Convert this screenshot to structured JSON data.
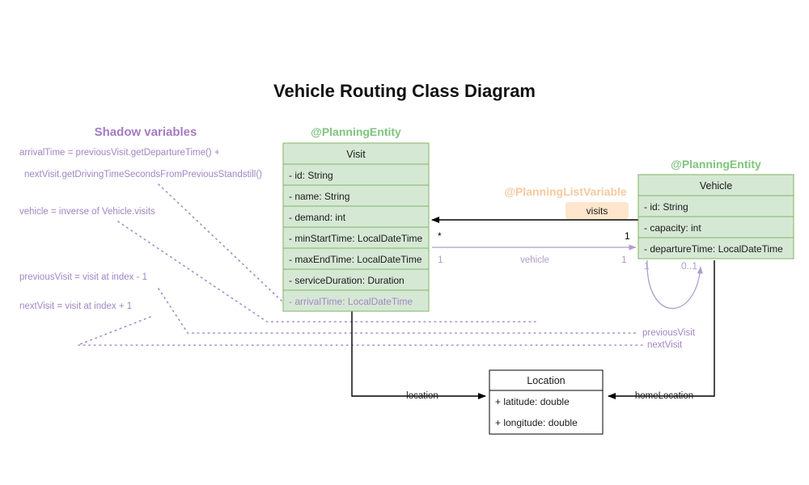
{
  "diagram": {
    "title": "Vehicle Routing Class Diagram",
    "colors": {
      "entity_fill": "#d5e8d4",
      "entity_stroke": "#82b366",
      "plain_fill": "#ffffff",
      "plain_stroke": "#000000",
      "shadow_purple": "#b09ccc",
      "list_variable_orange": "#ffe6cc",
      "stereotype_green": "#7fc47f",
      "stereotype_orange": "#f5c9a0"
    },
    "shadow_section": {
      "heading": "Shadow variables",
      "notes": [
        "arrivalTime = previousVisit.getDepartureTime() +",
        "nextVisit.getDrivingTimeSecondsFromPreviousStandstill()",
        "vehicle = inverse of Vehicle.visits",
        "previousVisit = visit at index - 1",
        "nextVisit = visit at index + 1"
      ]
    },
    "classes": {
      "visit": {
        "stereotype": "@PlanningEntity",
        "name": "Visit",
        "attributes": [
          {
            "text": "- id: String",
            "shadow": false
          },
          {
            "text": "- name: String",
            "shadow": false
          },
          {
            "text": "- demand: int",
            "shadow": false
          },
          {
            "text": "- minStartTime: LocalDateTime",
            "shadow": false
          },
          {
            "text": "- maxEndTime: LocalDateTime",
            "shadow": false
          },
          {
            "text": "- serviceDuration: Duration",
            "shadow": false
          },
          {
            "text": "- arrivalTime: LocalDateTime",
            "shadow": true
          }
        ]
      },
      "vehicle": {
        "stereotype": "@PlanningEntity",
        "name": "Vehicle",
        "attributes": [
          {
            "text": "- id: String",
            "shadow": false
          },
          {
            "text": "- capacity: int",
            "shadow": false
          },
          {
            "text": "- departureTime: LocalDateTime",
            "shadow": false
          }
        ]
      },
      "location": {
        "stereotype": "",
        "name": "Location",
        "attributes": [
          {
            "text": "+ latitude: double",
            "shadow": false
          },
          {
            "text": "+ longitude: double",
            "shadow": false
          }
        ]
      }
    },
    "associations": {
      "visits": {
        "stereotype": "@PlanningListVariable",
        "badge_label": "visits",
        "source_multiplicity": "*",
        "target_multiplicity": "1"
      },
      "vehicle_ref": {
        "label": "vehicle",
        "source_multiplicity": "1",
        "target_multiplicity": "1"
      },
      "vehicle_self": {
        "source_multiplicity": "1",
        "target_multiplicity": "0..1"
      },
      "previous_visit": {
        "label": "previousVisit"
      },
      "next_visit": {
        "label": "nextVisit"
      },
      "location_ref": {
        "label": "location"
      },
      "home_location_ref": {
        "label": "homeLocation"
      }
    }
  }
}
